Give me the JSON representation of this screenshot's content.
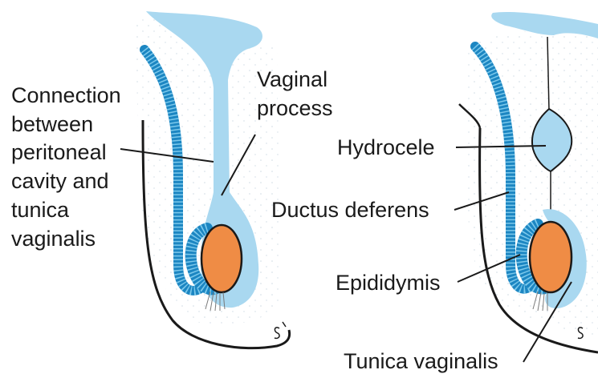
{
  "diagram": {
    "left_panel": {
      "labels": {
        "connection": [
          "Connection",
          "between",
          "peritoneal",
          "cavity and",
          "tunica",
          "vaginalis"
        ],
        "vaginal_process": [
          "Vaginal",
          "process"
        ]
      }
    },
    "right_panel": {
      "labels": {
        "hydrocele": "Hydrocele",
        "ductus_deferens": "Ductus deferens",
        "epididymis": "Epididymis",
        "tunica_vaginalis": "Tunica vaginalis"
      }
    },
    "colors": {
      "peritoneum_fill": "#a9d8f0",
      "peritoneum_stroke": "#1a1a1a",
      "duct": "#1c86c2",
      "duct_ridges": "#7cc9ec",
      "testis": "#ef8c45",
      "outline": "#1a1a1a",
      "text": "#1a1a1a"
    }
  }
}
